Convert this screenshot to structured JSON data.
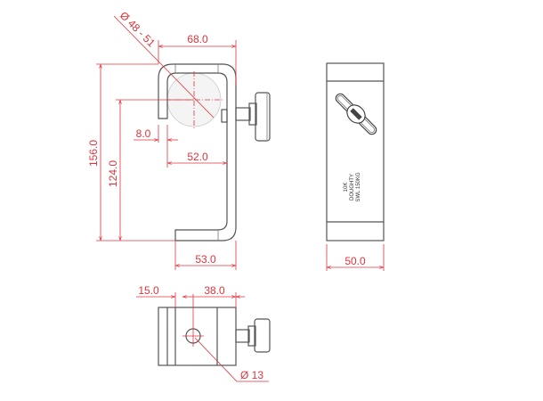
{
  "drawing": {
    "accent_color": "#e0343c",
    "front_view": {
      "width_dim": "68.0",
      "diameter_dim": "Ø 48 - 51",
      "height_dim": "156.0",
      "inner_height_dim": "124.0",
      "lip_dim": "8.0",
      "opening_dim": "52.0",
      "bottom_dim": "53.0"
    },
    "side_view": {
      "label_lines": [
        "10K",
        "DOUGHTY",
        "SWL 150KG"
      ],
      "width_dim": "50.0"
    },
    "bottom_view": {
      "offset_dim": "15.0",
      "hole_pos_dim": "38.0",
      "hole_dim": "Ø 13"
    }
  }
}
